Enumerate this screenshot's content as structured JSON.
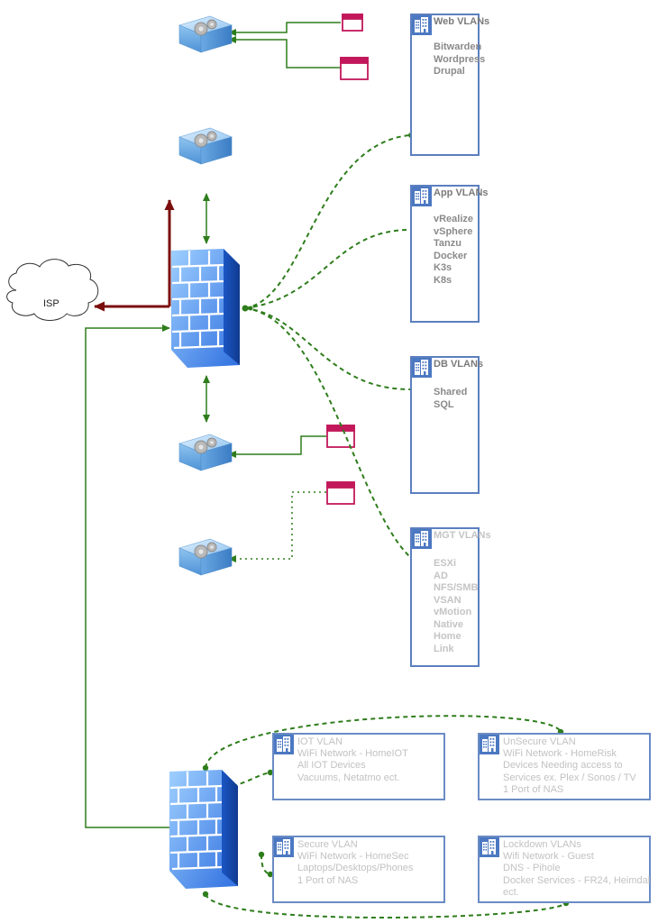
{
  "isp": {
    "label": "ISP"
  },
  "vlans": [
    {
      "id": "web",
      "title": "Web VLANs",
      "items": [
        "Bitwarden",
        "Wordpress",
        "Drupal"
      ]
    },
    {
      "id": "app",
      "title": "App VLANs",
      "items": [
        "vRealize",
        "vSphere",
        "Tanzu",
        "Docker",
        "K3s",
        "K8s"
      ]
    },
    {
      "id": "db",
      "title": "DB VLANs",
      "items": [
        "Shared SQL"
      ]
    },
    {
      "id": "mgt",
      "title": "MGT VLANs",
      "items": [
        "ESXi",
        "AD",
        "NFS/SMB",
        "VSAN",
        "vMotion",
        "Native",
        "Home Link"
      ]
    }
  ],
  "lower": [
    {
      "id": "iot",
      "lines": [
        "IOT VLAN",
        "WiFi Network - HomeIOT",
        "All IOT Devices",
        "Vacuums, Netatmo ect."
      ]
    },
    {
      "id": "unsecure",
      "lines": [
        "UnSecure VLAN",
        "WiFi Network - HomeRisk",
        "Devices Needing access to",
        "Services ex. Plex / Sonos / TV",
        "1 Port of NAS"
      ]
    },
    {
      "id": "secure",
      "lines": [
        "Secure VLAN",
        "WiFi Network - HomeSec",
        "Laptops/Desktops/Phones",
        "1 Port of NAS"
      ]
    },
    {
      "id": "lockdown",
      "lines": [
        "Lockdown VLANs",
        "Wifi Network - Guest",
        "DNS - Pihole",
        "Docker Services - FR24, Heimdal",
        "ect."
      ]
    }
  ],
  "colors": {
    "green": "#2e7d1c",
    "dark_red": "#7b0d0d",
    "magenta": "#c2185b",
    "blue_border": "#5b7fbf"
  }
}
